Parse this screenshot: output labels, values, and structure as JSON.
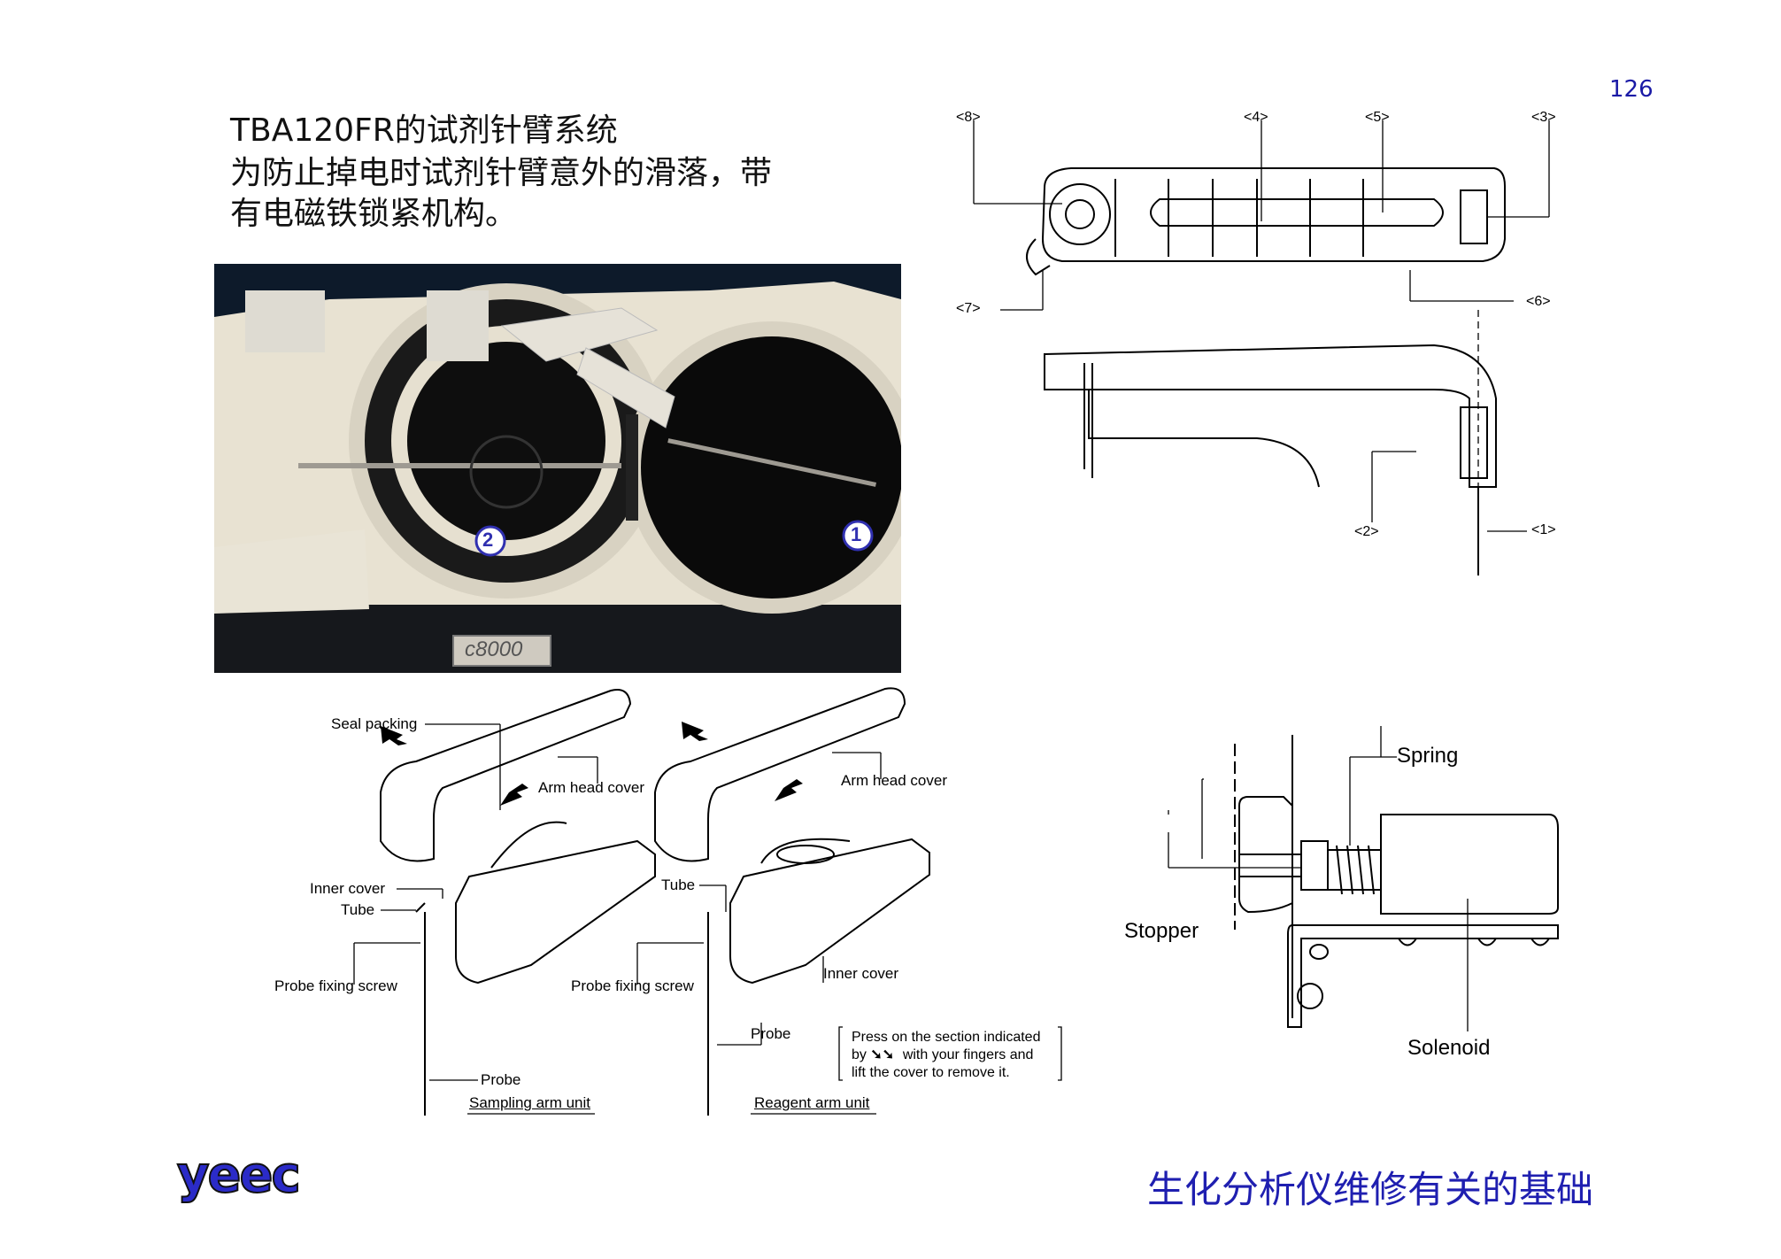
{
  "page_number": "126",
  "title": "TBA120FR的试剂针臂系统",
  "description_line1": "为防止掉电时试剂针臂意外的滑落，带",
  "description_line2": "有电磁铁锁紧机构。",
  "photo": {
    "marker_1": "1",
    "marker_2": "2",
    "model_label": "c8000"
  },
  "top_diagram": {
    "callouts": [
      "<8>",
      "<4>",
      "<5>",
      "<3>",
      "<7>",
      "<6>",
      "<2>",
      "<1>"
    ]
  },
  "arm_diagram": {
    "sampling": {
      "seal_packing": "Seal packing",
      "arm_head_cover": "Arm head cover",
      "inner_cover": "Inner cover",
      "tube": "Tube",
      "probe_fixing_screw": "Probe fixing screw",
      "probe": "Probe",
      "unit_title": "Sampling arm unit"
    },
    "reagent": {
      "arm_head_cover": "Arm head cover",
      "tube": "Tube",
      "inner_cover": "Inner cover",
      "probe_fixing_screw": "Probe fixing screw",
      "probe": "Probe",
      "unit_title": "Reagent arm unit"
    },
    "note_line1": "Press on the section indicated",
    "note_by": "by",
    "note_line2_rest": "with your fingers and",
    "note_line3": "lift the cover to remove it."
  },
  "solenoid_diagram": {
    "spring": "Spring",
    "stopper": "Stopper",
    "solenoid": "Solenoid"
  },
  "logo_text": "yeec",
  "footer_text": "生化分析仪维修有关的基础",
  "colors": {
    "accent_blue": "#1f1fb0",
    "logo_blue": "#2b2bc8"
  }
}
